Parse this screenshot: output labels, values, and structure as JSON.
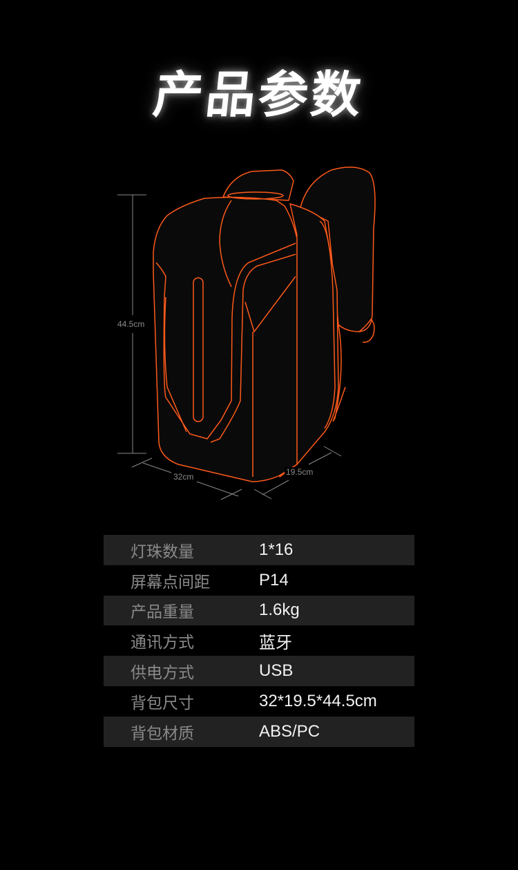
{
  "title": "产品参数",
  "dimensions": {
    "height": "44.5cm",
    "width": "32cm",
    "depth": "19.5cm"
  },
  "colors": {
    "outline": "#ff5a1a",
    "dimension_line": "#8a8a8a",
    "row_bg": "#222222"
  },
  "specs": [
    {
      "label": "灯珠数量",
      "value": "1*16"
    },
    {
      "label": "屏幕点间距",
      "value": "P14"
    },
    {
      "label": "产品重量",
      "value": "1.6kg"
    },
    {
      "label": "通讯方式",
      "value": "蓝牙"
    },
    {
      "label": "供电方式",
      "value": "USB"
    },
    {
      "label": "背包尺寸",
      "value": "32*19.5*44.5cm"
    },
    {
      "label": "背包材质",
      "value": "ABS/PC"
    }
  ]
}
